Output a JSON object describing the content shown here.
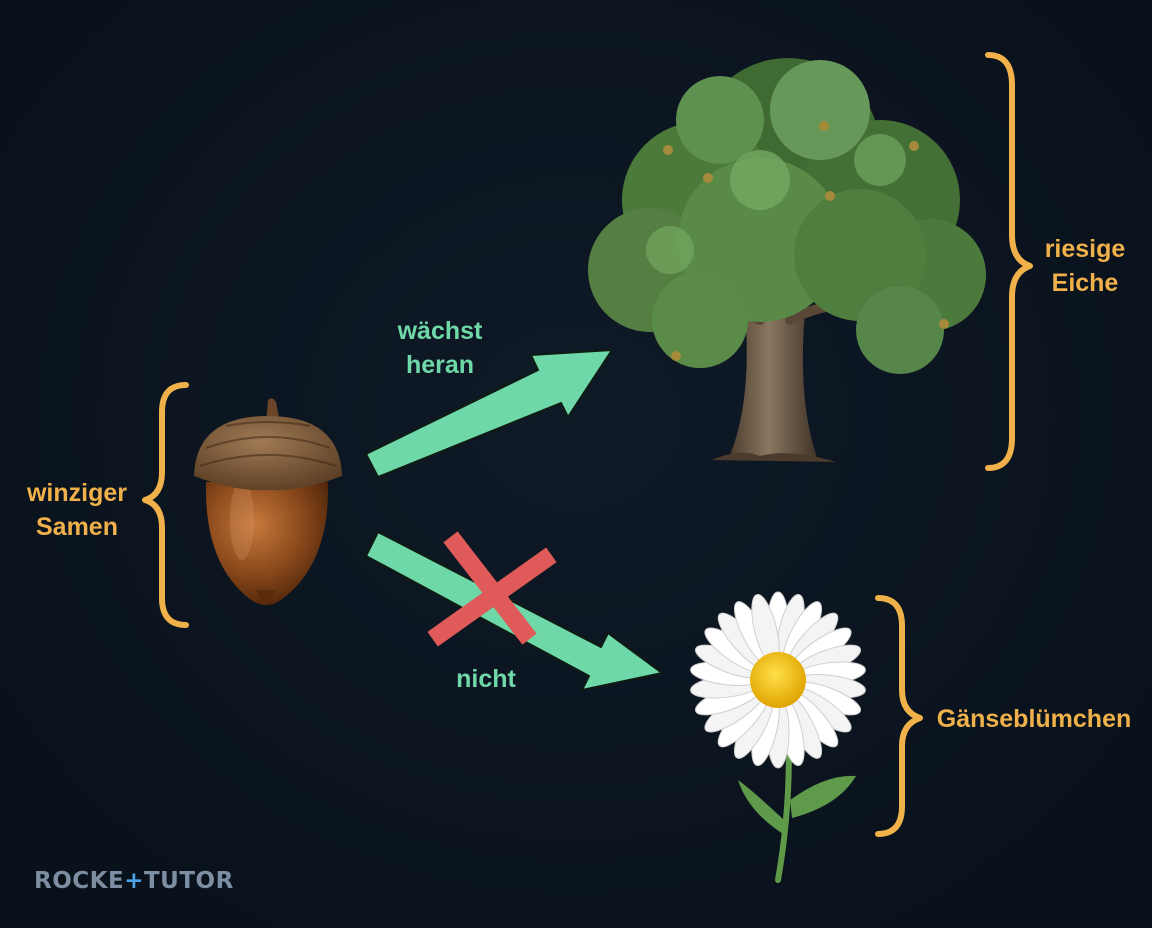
{
  "labels": {
    "seed": "winziger\nSamen",
    "oak": "riesige\nEiche",
    "daisy": "Gänseblümchen",
    "grows": "wächst\nheran",
    "not": "nicht"
  },
  "logo": {
    "part1": "ROCKE",
    "plus": "+",
    "part2": "TUTOR"
  },
  "colors": {
    "background": "#0b1420",
    "brace": "#f0b04a",
    "arrow": "#6fd8a8",
    "cross": "#e05a5a"
  },
  "icons": {
    "seed": "acorn-icon",
    "oak": "oak-tree-icon",
    "daisy": "daisy-flower-icon",
    "cross": "red-x-icon"
  }
}
